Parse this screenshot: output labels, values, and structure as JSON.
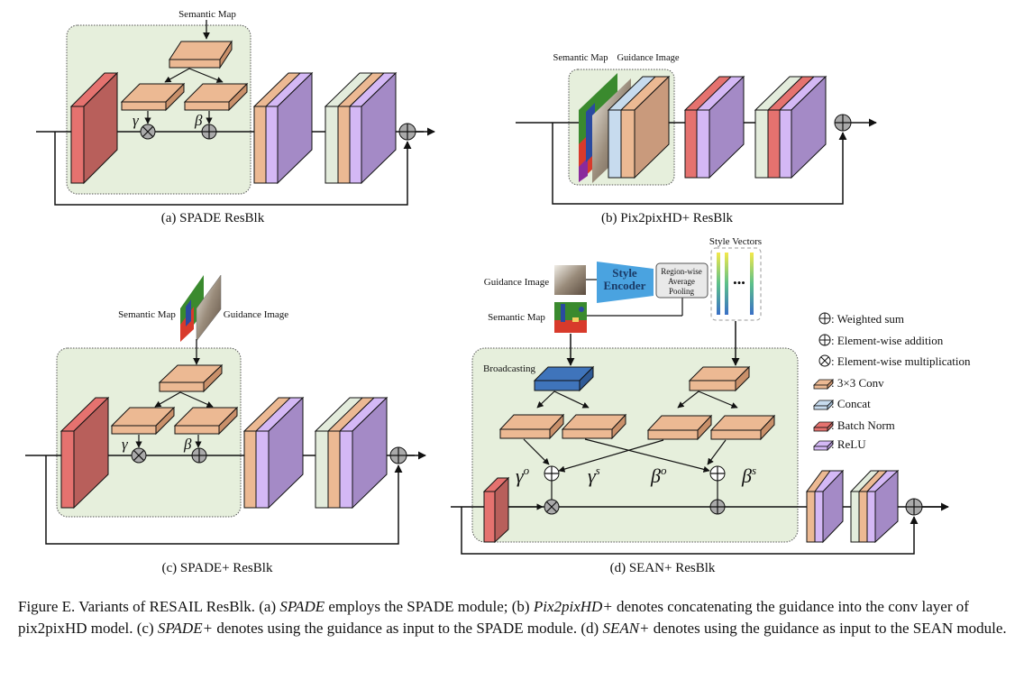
{
  "panels": {
    "a": {
      "caption": "(a) SPADE ResBlk",
      "semantic_map_label": "Semantic Map",
      "gamma": "γ",
      "beta": "β"
    },
    "b": {
      "caption": "(b) Pix2pixHD+ ResBlk",
      "semantic_map_label": "Semantic Map",
      "guidance_image_label": "Guidance Image"
    },
    "c": {
      "caption": "(c) SPADE+ ResBlk",
      "semantic_map_label": "Semantic Map",
      "guidance_image_label": "Guidance Image",
      "gamma": "γ",
      "beta": "β"
    },
    "d": {
      "caption": "(d) SEAN+ ResBlk",
      "guidance_image_label": "Guidance Image",
      "semantic_map_label": "Semantic Map",
      "style_encoder_label_1": "Style",
      "style_encoder_label_2": "Encoder",
      "pooling_label_1": "Region-wise",
      "pooling_label_2": "Average",
      "pooling_label_3": "Pooling",
      "style_vectors_label": "Style Vectors",
      "ellipsis": "•••",
      "broadcasting_label": "Broadcasting",
      "gamma_o": "γ",
      "gamma_o_sup": "o",
      "gamma_s": "γ",
      "gamma_s_sup": "s",
      "beta_o": "β",
      "beta_o_sup": "o",
      "beta_s": "β",
      "beta_s_sup": "s"
    }
  },
  "legend": [
    {
      "symbol": "weighted-sum",
      "label": ": Weighted sum"
    },
    {
      "symbol": "element-wise-addition",
      "label": ": Element-wise addition"
    },
    {
      "symbol": "element-wise-multiplication",
      "label": ": Element-wise multiplication"
    },
    {
      "symbol": "conv-3x3",
      "label": ": 3×3 Conv",
      "color": "#e9b48c"
    },
    {
      "symbol": "concat",
      "label": ": Concat",
      "color": "#c7dbee"
    },
    {
      "symbol": "batch-norm",
      "label": ": Batch Norm",
      "color": "#e5726f"
    },
    {
      "symbol": "relu",
      "label": ": ReLU",
      "color": "#d4b8f5"
    }
  ],
  "colors": {
    "module_bg": "#e6efdc",
    "conv": "#ecb993",
    "conv_side": "#c9906a",
    "batch_norm": "#e5726f",
    "batch_norm_side": "#b85f5b",
    "relu": "#d4b8f5",
    "purple_side": "#a48ac6",
    "concat": "#c7dbee",
    "pale_green": "#e3ecdc",
    "brown_side": "#c99a7c",
    "broadcast": "#3f74bb",
    "encoder": "#4aa3e0",
    "op_gray": "#aaaaaa"
  },
  "caption": {
    "prefix": "Figure E. Variants of RESAIL ResBlk. (a) ",
    "a_name": "SPADE",
    "a_text": " employs the SPADE module; (b) ",
    "b_name": "Pix2pixHD+",
    "b_text": " denotes concatenating the guidance into the conv layer of pix2pixHD model. (c) ",
    "c_name": "SPADE+",
    "c_text": " denotes using the guidance as input to the SPADE module. (d) ",
    "d_name": "SEAN+",
    "d_text": " denotes using the guidance as input to the SEAN module."
  }
}
